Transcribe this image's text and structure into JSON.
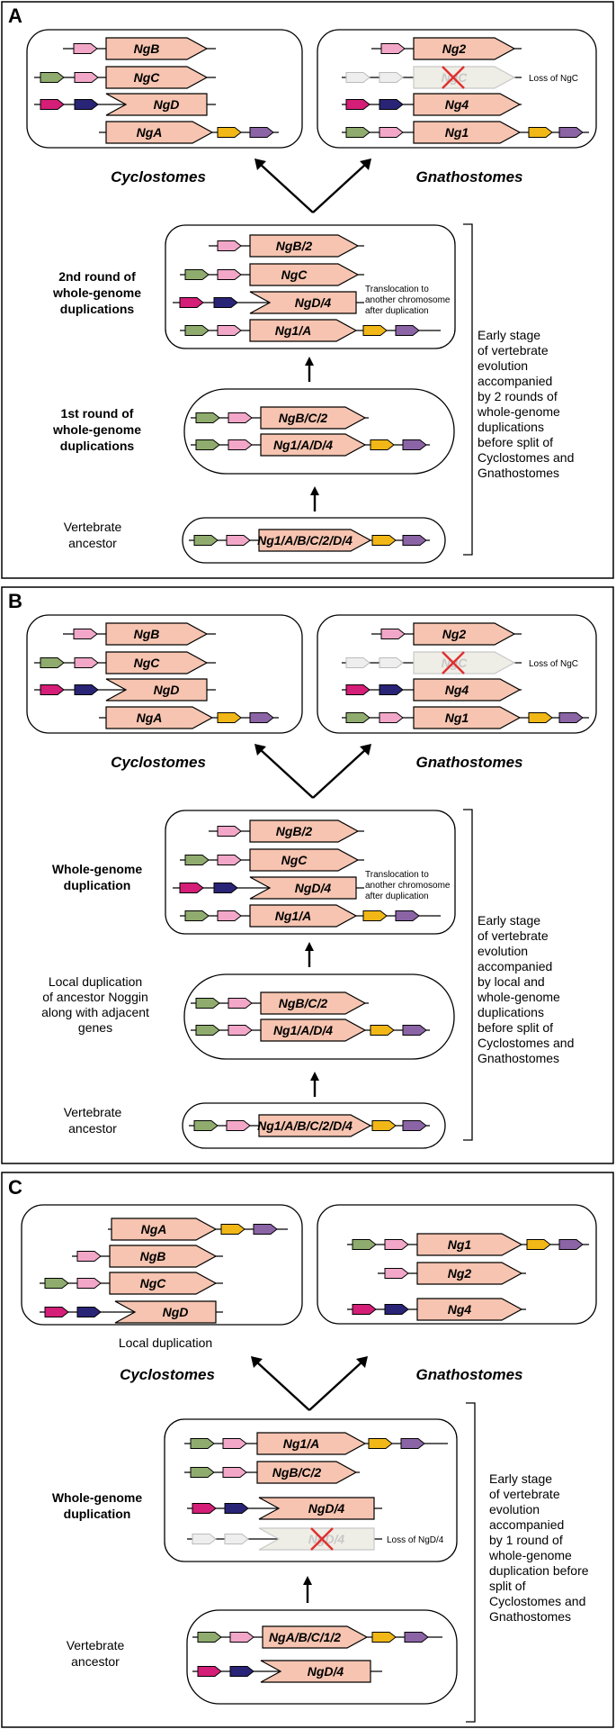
{
  "colors": {
    "green": "#8fac6e",
    "pink": "#f2a7c8",
    "magenta": "#d41e77",
    "navy": "#2a2477",
    "yellow": "#f1b716",
    "purple": "#8b64a5",
    "noggin": "#f6c4b0",
    "faded": "#efeee6",
    "cross": "#e03030"
  },
  "panels": [
    {
      "letter": "A",
      "top_left": {
        "species": "Cyclostomes",
        "genes": [
          "NgB",
          "NgC",
          "NgD",
          "NgA"
        ]
      },
      "top_right": {
        "species": "Gnathostomes",
        "genes": [
          "Ng2",
          "NgC",
          "Ng4",
          "Ng1"
        ],
        "loss_note": "Loss of NgC"
      },
      "middle": {
        "label_lines": [
          "2nd round of",
          "whole-genome",
          "duplications"
        ],
        "genes": [
          "NgB/2",
          "NgC",
          "NgD/4",
          "Ng1/A"
        ],
        "note_lines": [
          "Translocation to",
          "another chromosome",
          "after duplication"
        ]
      },
      "lower": {
        "label_lines": [
          "1st round of",
          "whole-genome",
          "duplications"
        ],
        "genes": [
          "NgB/C/2",
          "Ng1/A/D/4"
        ]
      },
      "ancestor": {
        "label_lines": [
          "Vertebrate",
          "ancestor"
        ],
        "genes": [
          "Ng1/A/B/C/2/D/4"
        ]
      },
      "stage_lines": [
        "Early stage",
        "of vertebrate",
        "evolution",
        "accompanied",
        "by 2 rounds of",
        "whole-genome",
        "duplications",
        "before split of",
        "Cyclostomes and",
        "Gnathostomes"
      ]
    },
    {
      "letter": "B",
      "top_left": {
        "species": "Cyclostomes",
        "genes": [
          "NgB",
          "NgC",
          "NgD",
          "NgA"
        ]
      },
      "top_right": {
        "species": "Gnathostomes",
        "genes": [
          "Ng2",
          "NgC",
          "Ng4",
          "Ng1"
        ],
        "loss_note": "Loss of NgC"
      },
      "middle": {
        "label_lines": [
          "Whole-genome",
          "duplication"
        ],
        "genes": [
          "NgB/2",
          "NgC",
          "NgD/4",
          "Ng1/A"
        ],
        "note_lines": [
          "Translocation to",
          "another chromosome",
          "after duplication"
        ]
      },
      "lower": {
        "label_lines": [
          "Local duplication",
          "of ancestor Noggin",
          "along with adjacent",
          "genes"
        ],
        "genes": [
          "NgB/C/2",
          "Ng1/A/D/4"
        ]
      },
      "ancestor": {
        "label_lines": [
          "Vertebrate",
          "ancestor"
        ],
        "genes": [
          "Ng1/A/B/C/2/D/4"
        ]
      },
      "stage_lines": [
        "Early stage",
        "of vertebrate",
        "evolution",
        "accompanied",
        "by local and",
        "whole-genome",
        "duplications",
        "before split of",
        "Cyclostomes and",
        "Gnathostomes"
      ]
    },
    {
      "letter": "C",
      "top_left": {
        "species": "Cyclostomes",
        "genes": [
          "NgA",
          "NgB",
          "NgC",
          "NgD"
        ],
        "sub_label": "Local duplication"
      },
      "top_right": {
        "species": "Gnathostomes",
        "genes": [
          "Ng1",
          "Ng2",
          "Ng4"
        ]
      },
      "middle": {
        "label_lines": [
          "Whole-genome",
          "duplication"
        ],
        "genes": [
          "Ng1/A",
          "NgB/C/2",
          "NgD/4",
          "NgD/4"
        ],
        "loss_note": "Loss of NgD/4"
      },
      "ancestor": {
        "label_lines": [
          "Vertebrate",
          "ancestor"
        ],
        "genes": [
          "NgA/B/C/1/2",
          "NgD/4"
        ]
      },
      "stage_lines": [
        "Early stage",
        "of vertebrate",
        "evolution",
        "accompanied",
        "by 1 round of",
        "whole-genome",
        "duplication before",
        "split of",
        "Cyclostomes and",
        "Gnathostomes"
      ]
    }
  ]
}
